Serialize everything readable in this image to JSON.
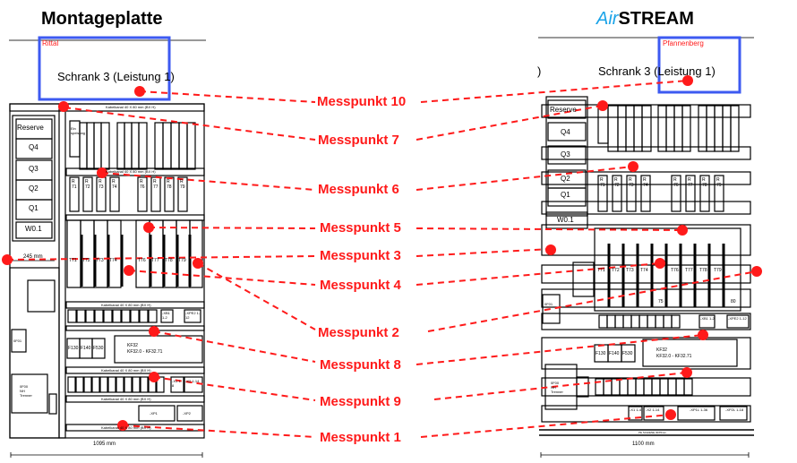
{
  "left": {
    "title": "Montageplatte",
    "brand": "Rittal",
    "cabinet_label": "Schrank 3 (Leistung 1)",
    "width_label": "1095 mm",
    "inner_dim": "245 mm",
    "left_column": [
      "Reserve",
      "Q4",
      "Q3",
      "Q2",
      "Q1",
      "W0.1"
    ],
    "duct_label": "Kabelkanal 40 X 80 mm (BX H)",
    "relays": [
      "R71",
      "R72",
      "R73",
      "R74",
      "R76",
      "R77",
      "R78",
      "R79"
    ],
    "transformers": [
      "T71",
      "T72",
      "T73",
      "T74",
      "T76",
      "T77",
      "T78",
      "T79"
    ],
    "fuses": [
      "F130",
      "F140",
      "F530"
    ],
    "kf_block": {
      "title": "KF32",
      "range": "KF32.0 - KF32.71"
    },
    "terminals_top": [
      "-XB1 1-2",
      "-XPE2 1-12"
    ],
    "terminals_mid": [
      "-X1 1-8",
      "-X2 1-14"
    ],
    "terminals_bottom": [
      "-XP1",
      "-XP2"
    ],
    "switch": [
      "0F00",
      "NH",
      "Trenner"
    ],
    "fuse_small": "0F01",
    "reserve_small": "Ein speisung"
  },
  "right": {
    "title_prefix": "Air",
    "title_suffix": "STREAM",
    "brand": "Pfannenberg",
    "cabinet_label": "Schrank 3 (Leistung 1)",
    "cut_paren": ")",
    "width_label": "1100 mm",
    "left_column": [
      "Reserve",
      "Q4",
      "Q3",
      "Q2",
      "Q1",
      "W0.1"
    ],
    "relays": [
      "R71",
      "R72",
      "R73",
      "R74",
      "R76",
      "R77",
      "R78",
      "R79"
    ],
    "transformers": [
      "T71",
      "T72",
      "T73",
      "T74",
      "T76",
      "T77",
      "T78",
      "T79"
    ],
    "fuses": [
      "F130",
      "F140",
      "F530"
    ],
    "kf_block": {
      "title": "KF32",
      "range": "KF32.0 - KF32.71"
    },
    "terminals_top": [
      "-XB1 1-2",
      "-XPE2 1-12"
    ],
    "terminals_bottom": [
      "-X1 1-4",
      "-X2 1-14",
      "-XP1L 1-36",
      "-XP2L 1-18"
    ],
    "switch": [
      "0F00",
      "NH",
      "Trenner"
    ],
    "fuse_small": "0F01",
    "halt_75": "75",
    "halt_80": "80",
    "bottom_rail": "PE SCHIENE 30X5mm"
  },
  "measurement_points": [
    {
      "label": "Messpunkt 10"
    },
    {
      "label": "Messpunkt 7"
    },
    {
      "label": "Messpunkt 6"
    },
    {
      "label": "Messpunkt 5"
    },
    {
      "label": "Messpunkt 3"
    },
    {
      "label": "Messpunkt 4"
    },
    {
      "label": "Messpunkt 2"
    },
    {
      "label": "Messpunkt 8"
    },
    {
      "label": "Messpunkt 9"
    },
    {
      "label": "Messpunkt 1"
    }
  ],
  "colors": {
    "accent": "#ff1a1a",
    "frame": "#3d5af1",
    "air": "#1aa3e8"
  }
}
